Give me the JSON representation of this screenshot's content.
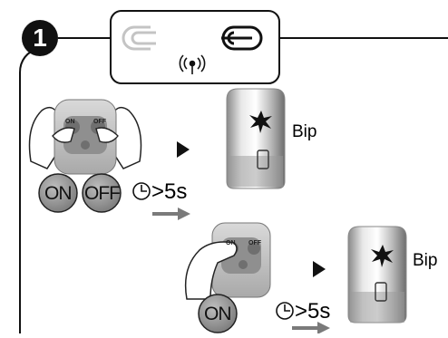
{
  "step": {
    "number": "1"
  },
  "instructions": [
    {
      "buttons": [
        "ON",
        "OFF"
      ],
      "remote_keys": [
        "ON",
        "OFF"
      ],
      "duration": ">5s",
      "result": "Bip"
    },
    {
      "buttons": [
        "ON"
      ],
      "remote_keys": [
        "ON",
        "OFF"
      ],
      "duration": ">5s",
      "result": "Bip"
    }
  ],
  "colors": {
    "frame": "#111111",
    "button_fill": "#8c8c8c",
    "arrow": "#7a7a7a",
    "link_icon_inactive": "#c4c4c4"
  },
  "icons": [
    "link-icon",
    "unlink-icon",
    "wireless-signal-icon",
    "clock-icon",
    "play-arrow-icon",
    "star-burst-icon"
  ]
}
